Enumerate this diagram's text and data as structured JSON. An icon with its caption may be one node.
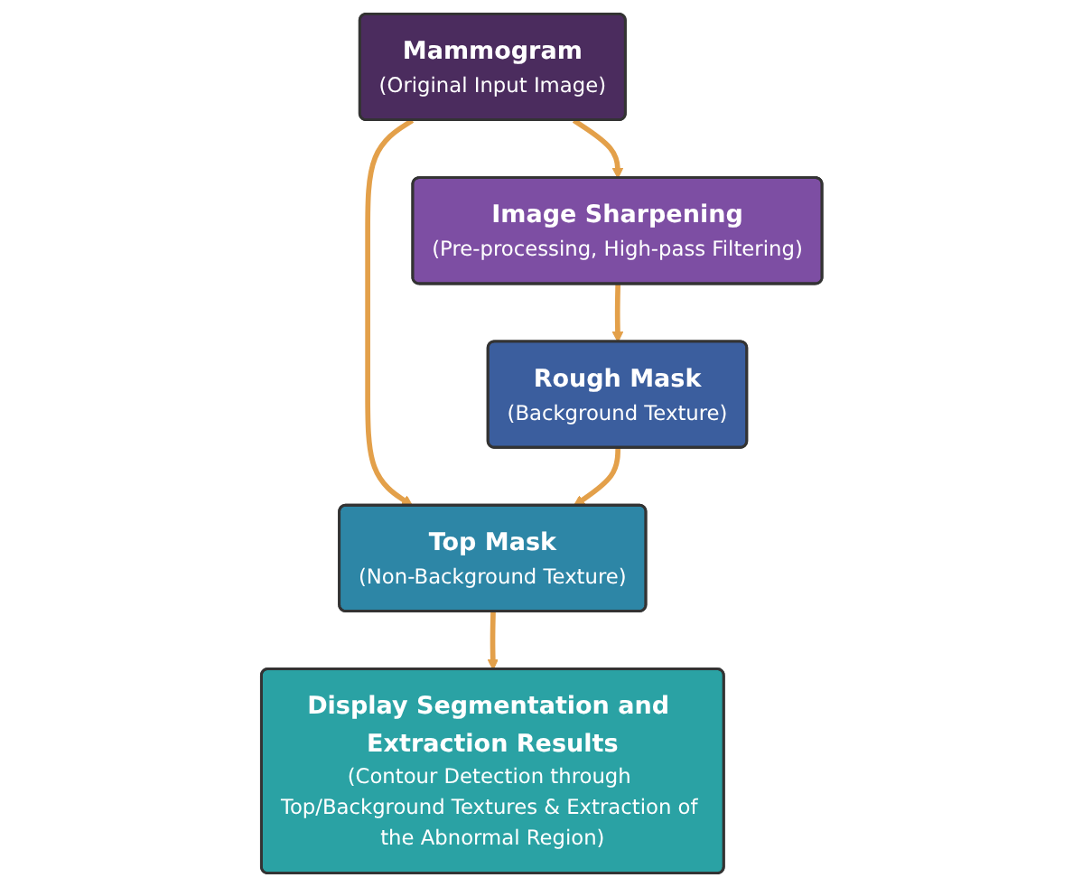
{
  "diagram": {
    "nodes": [
      {
        "text": [
          "Mammogram",
          "(Original Input Image)"
        ]
      },
      {
        "text": [
          "Image Sharpening",
          "(Pre-processing, High-pass Filtering)"
        ]
      },
      {
        "text": [
          "Top Mask",
          "(Non-Background Texture)"
        ]
      },
      {
        "text": [
          "Rough Mask",
          "(Background Texture)"
        ]
      },
      {
        "text": [
          "Display Segmentation and Extraction Results",
          "(Contour Detection through Top/Background Textures & Extraction of the Abnormal Region)"
        ]
      }
    ],
    "edges": [
      {
        "from": 0,
        "to": 1,
        "arrow": "to"
      },
      {
        "from": 1,
        "to": 3,
        "arrow": "to"
      },
      {
        "from": 0,
        "to": 2,
        "arrow": "to"
      },
      {
        "from": 3,
        "to": 2,
        "arrow": "to"
      },
      {
        "from": 2,
        "to": 4,
        "arrow": "to"
      }
    ]
  }
}
